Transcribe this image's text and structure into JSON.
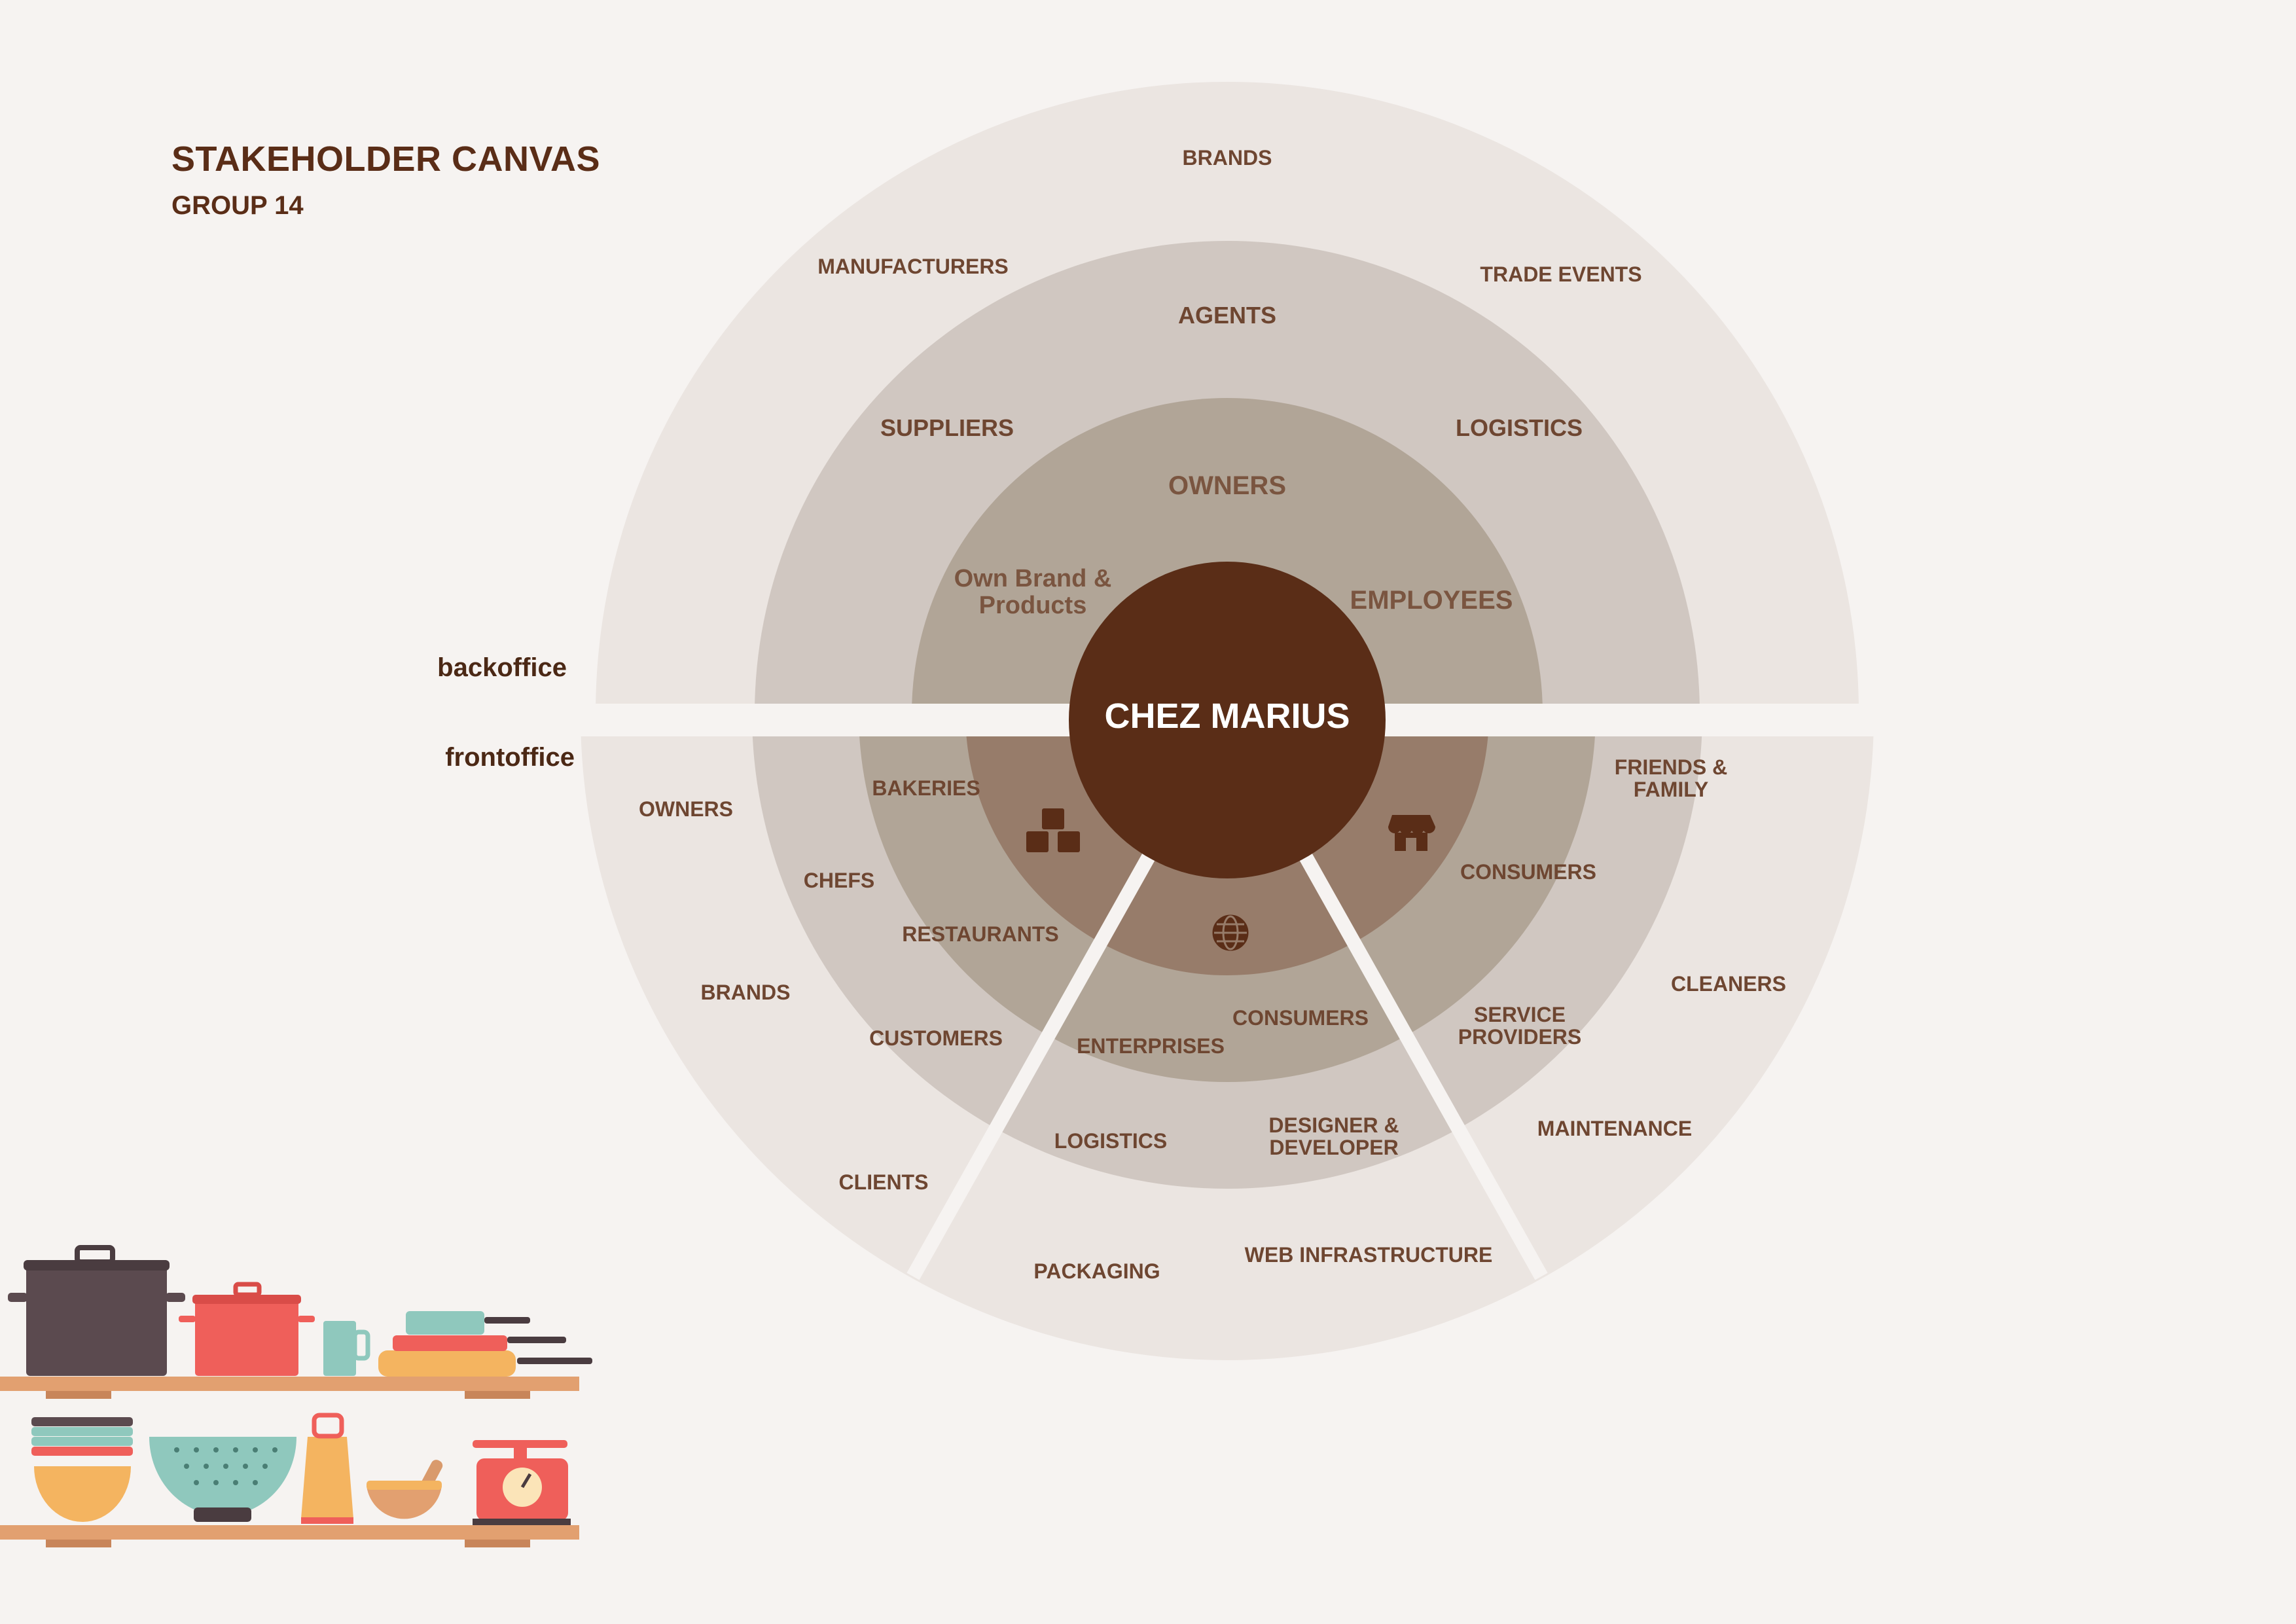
{
  "header": {
    "title": "STAKEHOLDER CANVAS",
    "subtitle": "GROUP 14"
  },
  "side_labels": {
    "back": "backoffice",
    "front": "frontoffice"
  },
  "center": {
    "label": "CHEZ MARIUS"
  },
  "backoffice": {
    "ring1": [
      "Own Brand &",
      "Products",
      "OWNERS",
      "EMPLOYEES"
    ],
    "ring2": [
      "SUPPLIERS",
      "AGENTS",
      "LOGISTICS"
    ],
    "ring3": [
      "MANUFACTURERS",
      "BRANDS",
      "TRADE EVENTS"
    ]
  },
  "frontoffice": {
    "b2b": {
      "ring1": [
        "BAKERIES",
        "RESTAURANTS"
      ],
      "ring2": [
        "CHEFS",
        "CUSTOMERS"
      ],
      "ring3": [
        "OWNERS",
        "BRANDS",
        "CLIENTS"
      ]
    },
    "web": {
      "ring1": [
        "ENTERPRISES",
        "CONSUMERS"
      ],
      "ring2": [
        "LOGISTICS",
        "DESIGNER &",
        "DEVELOPER"
      ],
      "ring3": [
        "PACKAGING",
        "WEB INFRASTRUCTURE"
      ]
    },
    "shop": {
      "ring1": [
        "CONSUMERS"
      ],
      "ring2": [
        "FRIENDS &",
        "FAMILY",
        "SERVICE",
        "PROVIDERS"
      ],
      "ring3": [
        "CLEANERS",
        "MAINTENANCE"
      ]
    }
  },
  "icons": [
    "boxes-icon",
    "globe-icon",
    "shop-icon"
  ],
  "colors": {
    "background": "#f6f3f1",
    "center": "#5a2d17",
    "text": "#6e4631",
    "title": "#5a2d17"
  }
}
